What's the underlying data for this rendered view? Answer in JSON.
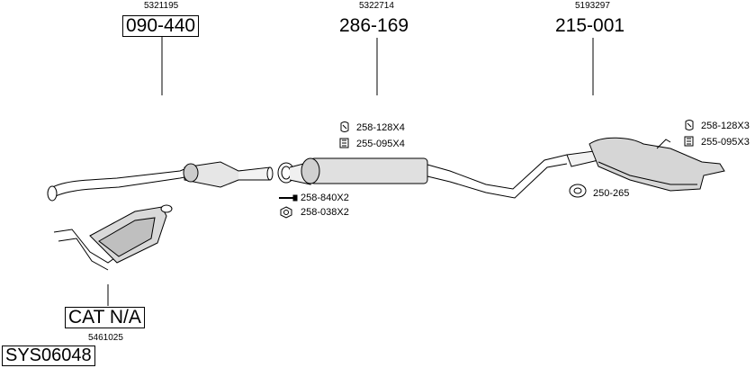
{
  "parts": {
    "p1": {
      "ref": "5321195",
      "code": "090-440"
    },
    "p2": {
      "ref": "5322714",
      "code": "286-169"
    },
    "p3": {
      "ref": "5193297",
      "code": "215-001"
    },
    "p4": {
      "ref": "5461025",
      "code": "CAT N/A"
    }
  },
  "hardware": {
    "mid_clamp": "258-128X4",
    "mid_bolt": "255-095X4",
    "mid_screw": "258-840X2",
    "mid_nut": "258-038X2",
    "rear_clamp": "258-128X3",
    "rear_bolt": "255-095X3",
    "rear_hanger": "250-265"
  },
  "system_code": "SYS06048"
}
